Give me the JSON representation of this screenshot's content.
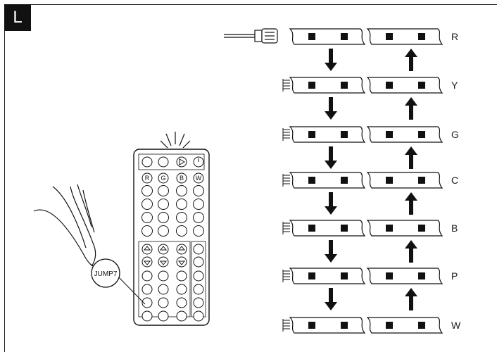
{
  "step_label": "L",
  "rows": [
    {
      "color": "R"
    },
    {
      "color": "Y"
    },
    {
      "color": "G"
    },
    {
      "color": "C"
    },
    {
      "color": "B"
    },
    {
      "color": "P"
    },
    {
      "color": "W"
    }
  ],
  "remote": {
    "color_buttons": [
      "R",
      "G",
      "B",
      "W"
    ],
    "callout_label": "JUMP7"
  },
  "icons": {
    "badge": "step-badge",
    "arrow_down": "arrow-down-icon",
    "arrow_up": "arrow-up-icon",
    "remote": "remote-control-icon",
    "hand": "pointing-hand-icon"
  }
}
